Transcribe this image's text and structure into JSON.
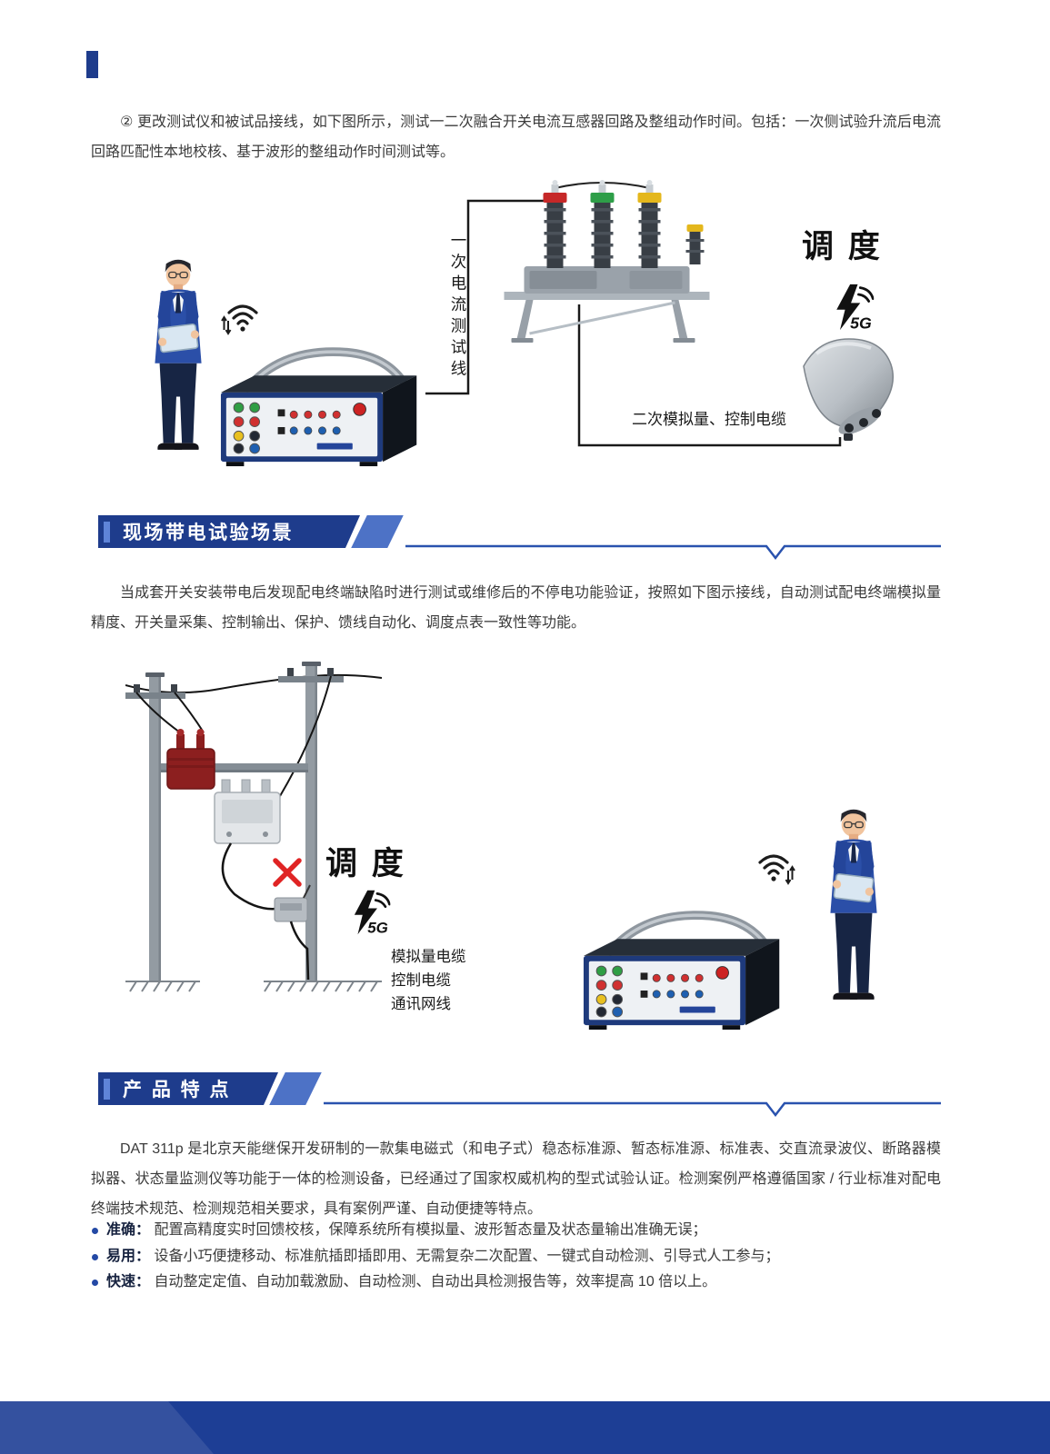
{
  "page": {
    "accent_color": "#1e3c8c"
  },
  "icons": {
    "five_g_label": "5G"
  },
  "intro": {
    "text": "② 更改测试仪和被试品接线，如下图所示，测试一二次融合开关电流互感器回路及整组动作时间。包括：一次侧试验升流后电流回路匹配性本地校核、基于波形的整组动作时间测试等。"
  },
  "diagram1": {
    "primary_line_label": "一次电流测试线",
    "dispatch_label": "调 度",
    "secondary_cable_label": "二次模拟量、控制电缆"
  },
  "section1": {
    "title": "现场带电试验场景",
    "body": "当成套开关安装带电后发现配电终端缺陷时进行测试或维修后的不停电功能验证，按照如下图示接线，自动测试配电终端模拟量精度、开关量采集、控制输出、保护、馈线自动化、调度点表一致性等功能。"
  },
  "diagram2": {
    "dispatch_label": "调 度",
    "cable_labels": [
      "模拟量电缆",
      "控制电缆",
      "通讯网线"
    ]
  },
  "section2": {
    "title": "产 品 特 点",
    "body": "DAT 311p 是北京天能继保开发研制的一款集电磁式（和电子式）稳态标准源、暂态标准源、标准表、交直流录波仪、断路器模拟器、状态量监测仪等功能于一体的检测设备，已经通过了国家权威机构的型式试验认证。检测案例严格遵循国家 / 行业标准对配电终端技术规范、检测规范相关要求，具有案例严谨、自动便捷等特点。",
    "features": [
      {
        "label": "准确：",
        "text": "配置高精度实时回馈校核，保障系统所有模拟量、波形暂态量及状态量输出准确无误；"
      },
      {
        "label": "易用：",
        "text": "设备小巧便捷移动、标准航插即插即用、无需复杂二次配置、一键式自动检测、引导式人工参与；"
      },
      {
        "label": "快速：",
        "text": "自动整定定值、自动加载激励、自动检测、自动出具检测报告等，效率提高 10 倍以上。"
      }
    ]
  }
}
